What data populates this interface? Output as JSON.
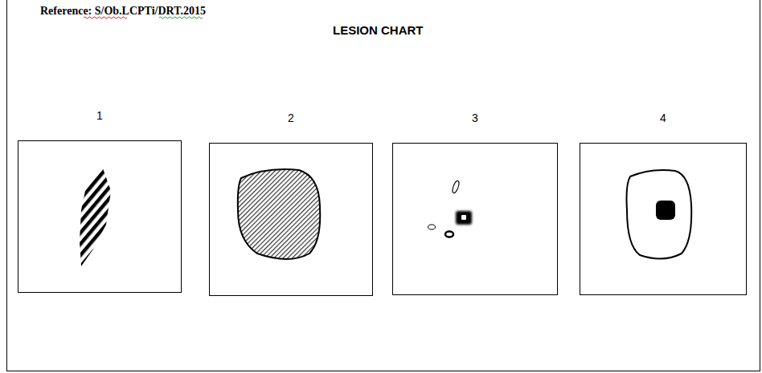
{
  "diagram": {
    "title": "LESION CHART",
    "nodes": [
      {
        "text": [
          "1"
        ]
      },
      {
        "text": [
          "2"
        ]
      },
      {
        "text": [
          "3"
        ]
      },
      {
        "text": [
          "4"
        ]
      }
    ],
    "labels": [
      "Reference: S/Ob.LCPTi/DRT.2015"
    ]
  }
}
